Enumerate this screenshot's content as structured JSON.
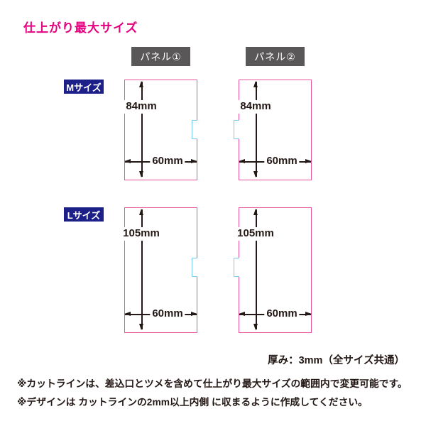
{
  "title": "仕上がり最大サイズ",
  "panels": [
    {
      "label": "パネル①"
    },
    {
      "label": "パネル②"
    }
  ],
  "sizes": [
    {
      "label": "Mサイズ"
    },
    {
      "label": "Lサイズ"
    }
  ],
  "diagrams": [
    {
      "panel": "パネル①",
      "size": "Mサイズ",
      "height": "84mm",
      "width": "60mm",
      "tab_side": "right"
    },
    {
      "panel": "パネル②",
      "size": "Mサイズ",
      "height": "84mm",
      "width": "60mm",
      "tab_side": "left"
    },
    {
      "panel": "パネル①",
      "size": "Lサイズ",
      "height": "105mm",
      "width": "60mm",
      "tab_side": "right"
    },
    {
      "panel": "パネル②",
      "size": "Lサイズ",
      "height": "105mm",
      "width": "60mm",
      "tab_side": "left"
    }
  ],
  "thickness_note": "厚み：3mm（全サイズ共通）",
  "footnotes": [
    "※カットラインは、差込口とツメを含めて仕上がり最大サイズの範囲内で変更可能です。",
    "※デザインは カットラインの2mm以上内側 に収まるように作成してください。"
  ],
  "colors": {
    "title_magenta": "#e4007f",
    "cutline_pink": "#e7549c",
    "tab_cyan": "#7ecef4",
    "panel_gray": "#595757",
    "size_navy": "#1d2088",
    "text_black": "#231815"
  }
}
